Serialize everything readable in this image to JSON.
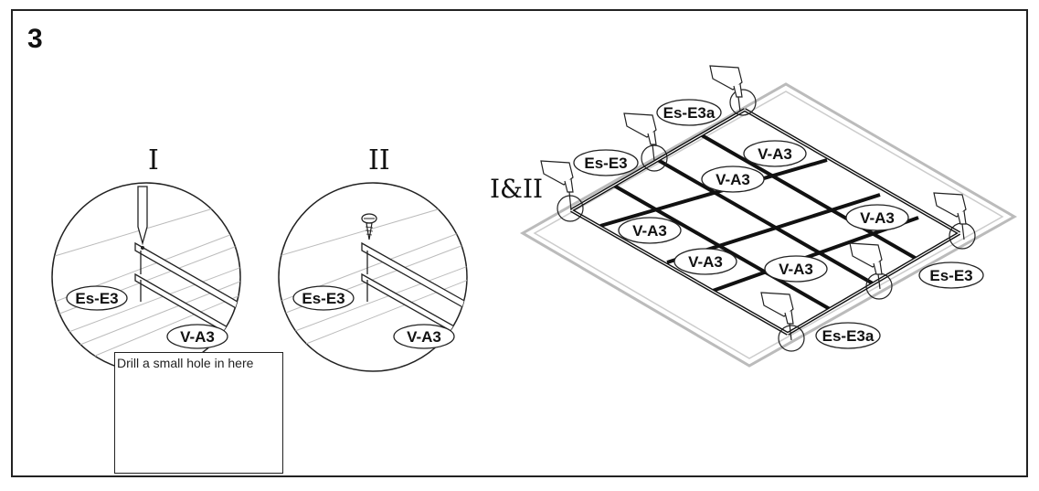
{
  "step_number": "3",
  "detail_labels": {
    "one": "I",
    "two": "II",
    "both": "I&II"
  },
  "detail_one": {
    "bracket": "Es-E3",
    "profile": "V-A3"
  },
  "detail_two": {
    "bracket": "Es-E3",
    "profile": "V-A3"
  },
  "note": {
    "text": "Drill a small hole  in here"
  },
  "grid_labels": {
    "profile": "V-A3",
    "bracket": "Es-E3",
    "bracket_alt": "Es-E3a"
  }
}
